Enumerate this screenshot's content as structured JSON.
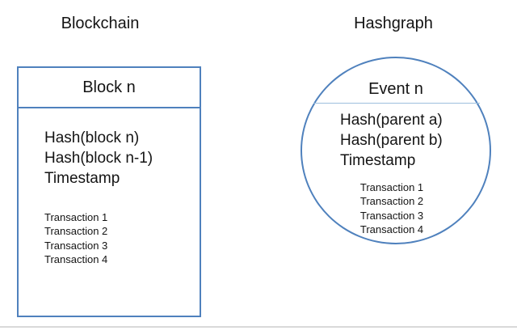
{
  "page": {
    "background_color": "#ffffff",
    "accent_color": "#4f81bd",
    "light_accent_color": "#9dc0de",
    "bottom_rule_color": "#d9d9d9",
    "text_color": "#141414"
  },
  "left": {
    "title": "Blockchain",
    "shape": "rectangle",
    "header": "Block n",
    "fields": [
      "Hash(block n)",
      "Hash(block n-1)",
      "Timestamp"
    ],
    "transactions": [
      "Transaction 1",
      "Transaction 2",
      "Transaction 3",
      "Transaction 4"
    ]
  },
  "right": {
    "title": "Hashgraph",
    "shape": "circle",
    "header": "Event n",
    "fields": [
      "Hash(parent a)",
      "Hash(parent b)",
      "Timestamp"
    ],
    "transactions": [
      "Transaction 1",
      "Transaction 2",
      "Transaction 3",
      "Transaction 4"
    ]
  }
}
